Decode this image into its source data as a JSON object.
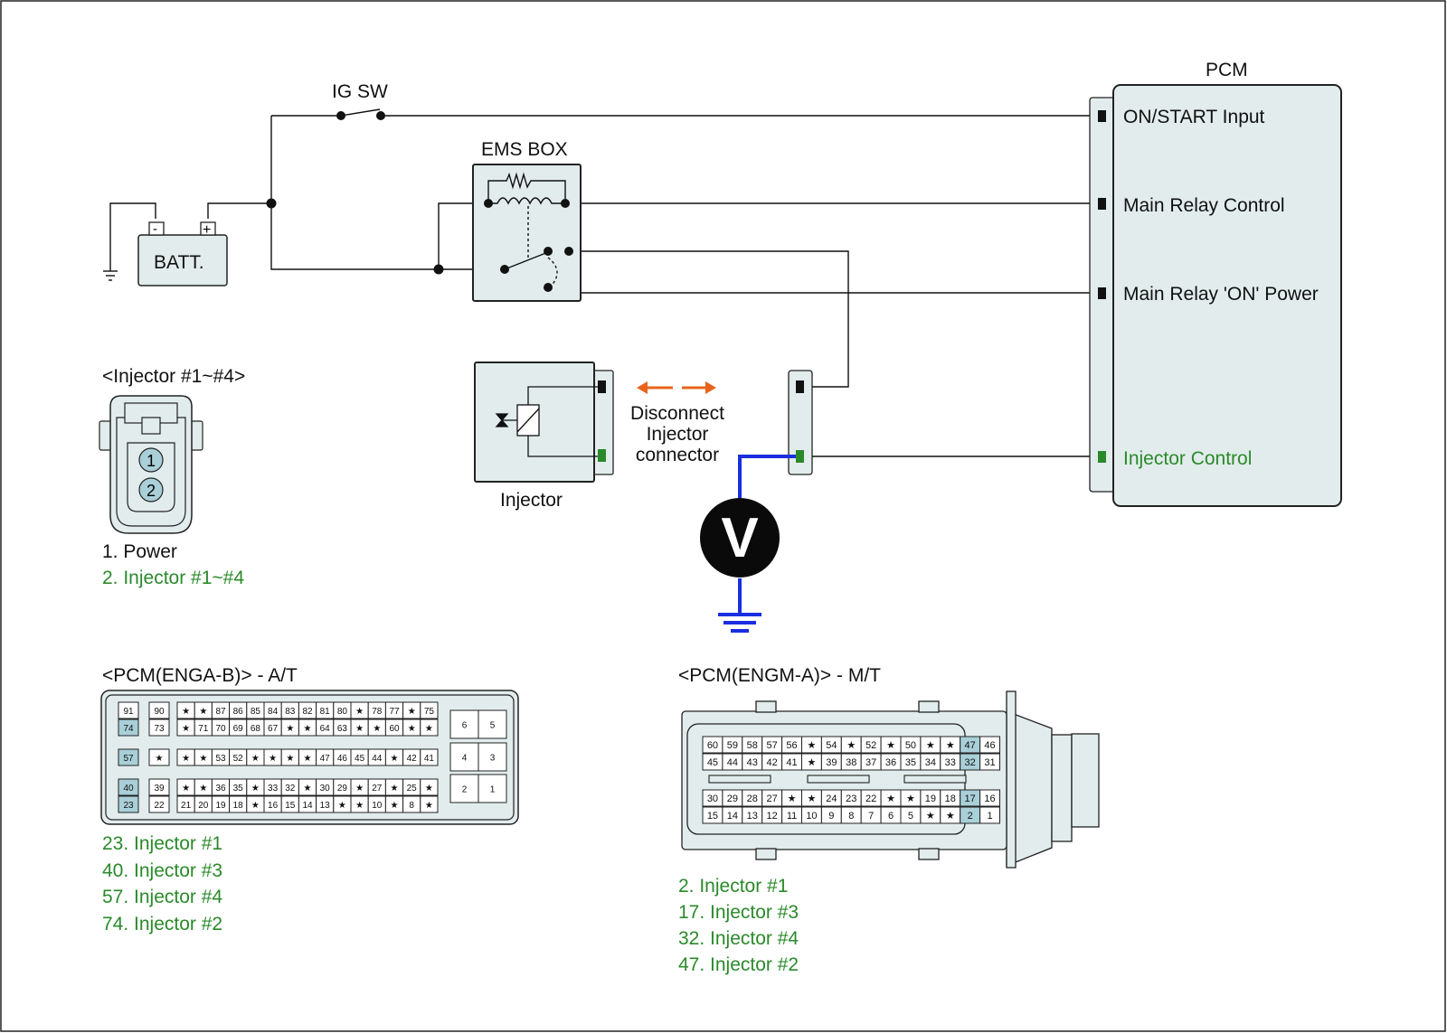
{
  "colors": {
    "pcm_fill": "#e2ecec",
    "highlight_pin": "#a9cfd8",
    "green_text": "#2a8a2a",
    "probe_wire": "#1a2ee0",
    "arrow": "#e8641c",
    "wire": "#111111"
  },
  "labels": {
    "ig_sw": "IG SW",
    "ems_box": "EMS BOX",
    "batt": "BATT.",
    "batt_minus": "-",
    "batt_plus": "+",
    "pcm": "PCM",
    "on_start": "ON/START Input",
    "main_relay_control": "Main Relay Control",
    "main_relay_on_power": "Main Relay 'ON' Power",
    "injector_control": "Injector Control",
    "injector": "Injector",
    "disconnect_1": "Disconnect",
    "disconnect_2": "Injector",
    "disconnect_3": "connector",
    "voltmeter": "V"
  },
  "injector_connector": {
    "title": "<Injector #1~#4>",
    "pin1": "1",
    "pin2": "2",
    "legend_1": "1. Power",
    "legend_2": "2. Injector #1~#4"
  },
  "pcm_at": {
    "title": "<PCM(ENGA-B)> - A/T",
    "rows": [
      [
        "91",
        "90",
        "★",
        "★",
        "87",
        "86",
        "85",
        "84",
        "83",
        "82",
        "81",
        "80",
        "★",
        "78",
        "77",
        "★",
        "75"
      ],
      [
        "74",
        "73",
        "★",
        "71",
        "70",
        "69",
        "68",
        "67",
        "★",
        "★",
        "64",
        "63",
        "★",
        "★",
        "60",
        "★",
        "★"
      ],
      [
        "57",
        "★",
        "★",
        "★",
        "53",
        "52",
        "★",
        "★",
        "★",
        "★",
        "47",
        "46",
        "45",
        "44",
        "★",
        "42",
        "41"
      ],
      [
        "40",
        "39",
        "★",
        "★",
        "36",
        "35",
        "★",
        "33",
        "32",
        "★",
        "30",
        "29",
        "★",
        "27",
        "★",
        "25",
        "★"
      ],
      [
        "23",
        "22",
        "21",
        "20",
        "19",
        "18",
        "★",
        "16",
        "15",
        "14",
        "13",
        "★",
        "★",
        "10",
        "★",
        "8",
        "★"
      ]
    ],
    "side": [
      "6",
      "5",
      "4",
      "3",
      "2",
      "1"
    ],
    "highlight": [
      "74",
      "57",
      "40",
      "23"
    ],
    "legend": [
      "23. Injector #1",
      "40. Injector #3",
      "57. Injector #4",
      "74. Injector #2"
    ]
  },
  "pcm_mt": {
    "title": "<PCM(ENGM-A)> - M/T",
    "rows": [
      [
        "60",
        "59",
        "58",
        "57",
        "56",
        "★",
        "54",
        "★",
        "52",
        "★",
        "50",
        "★",
        "★",
        "47",
        "46"
      ],
      [
        "45",
        "44",
        "43",
        "42",
        "41",
        "★",
        "39",
        "38",
        "37",
        "36",
        "35",
        "34",
        "33",
        "32",
        "31"
      ],
      [
        "30",
        "29",
        "28",
        "27",
        "★",
        "★",
        "24",
        "23",
        "22",
        "★",
        "★",
        "19",
        "18",
        "17",
        "16"
      ],
      [
        "15",
        "14",
        "13",
        "12",
        "11",
        "10",
        "9",
        "8",
        "7",
        "6",
        "5",
        "★",
        "★",
        "2",
        "1"
      ]
    ],
    "highlight": [
      "47",
      "32",
      "17",
      "2"
    ],
    "legend": [
      "2. Injector #1",
      "17. Injector #3",
      "32. Injector #4",
      "47. Injector #2"
    ]
  }
}
